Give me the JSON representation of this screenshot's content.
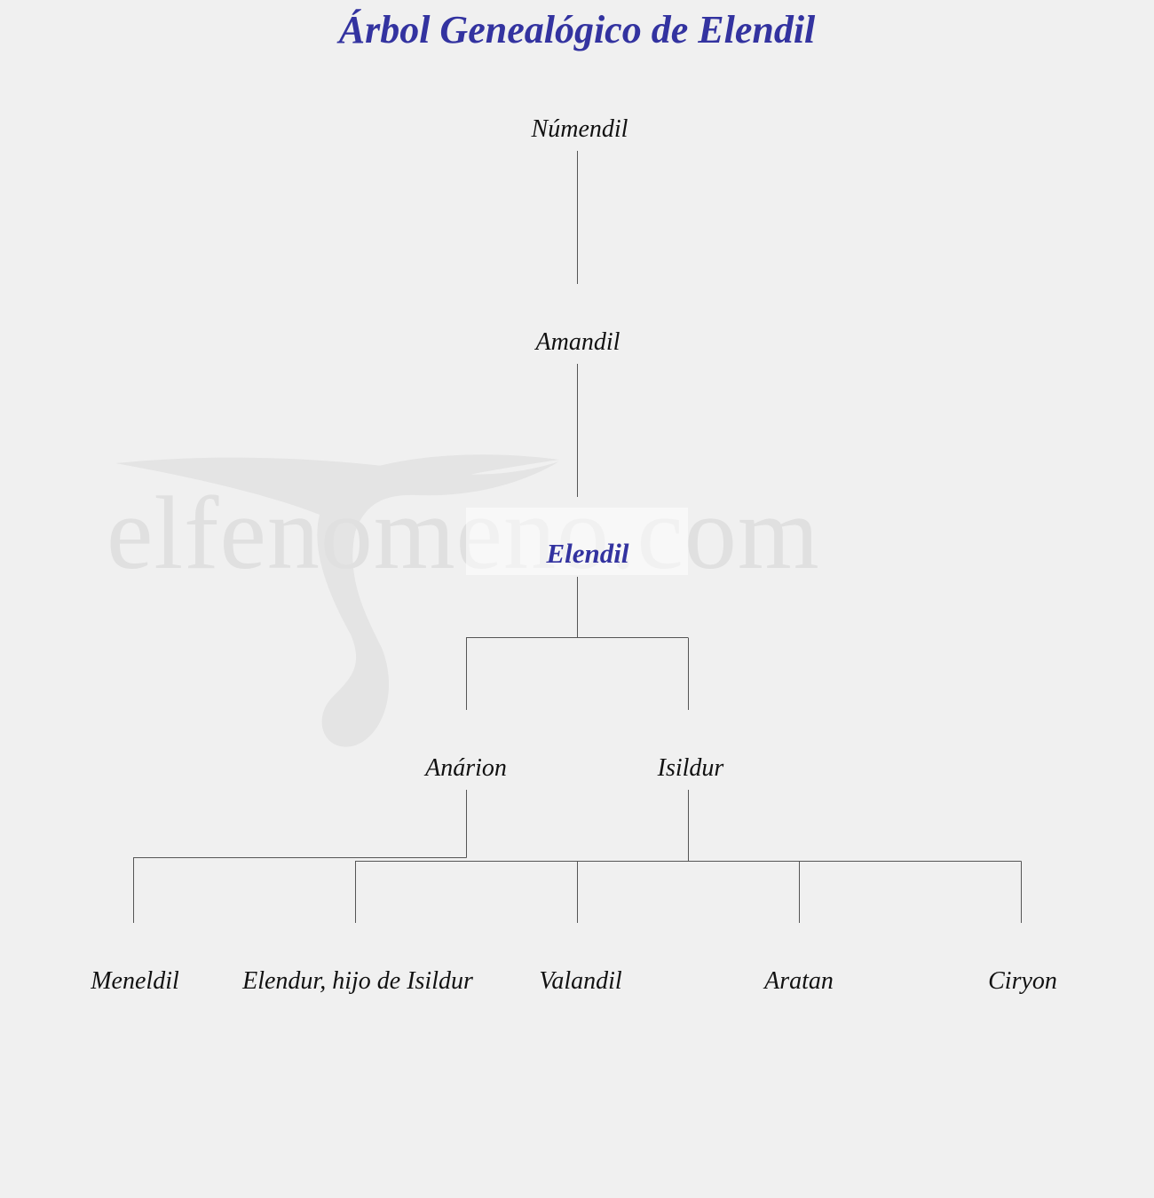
{
  "title": "Árbol Genealógico de Elendil",
  "watermark": "elfenomeno.com",
  "colors": {
    "background": "#f0f0f0",
    "title": "#3333a0",
    "focus_name": "#3333a0",
    "name": "#111111",
    "connector": "#555555",
    "watermark": "#e0e0e0"
  },
  "nodes": {
    "numendil": "Númendil",
    "amandil": "Amandil",
    "elendil": "Elendil",
    "anarion": "Anárion",
    "isildur": "Isildur",
    "meneldil": "Meneldil",
    "elendur": "Elendur, hijo de Isildur",
    "valandil": "Valandil",
    "aratan": "Aratan",
    "ciryon": "Ciryon"
  },
  "relations": [
    {
      "parent": "Númendil",
      "children": [
        "Amandil"
      ]
    },
    {
      "parent": "Amandil",
      "children": [
        "Elendil"
      ]
    },
    {
      "parent": "Elendil",
      "children": [
        "Anárion",
        "Isildur"
      ]
    },
    {
      "parent": "Anárion",
      "children": [
        "Meneldil"
      ]
    },
    {
      "parent": "Isildur",
      "children": [
        "Elendur, hijo de Isildur",
        "Valandil",
        "Aratan",
        "Ciryon"
      ]
    }
  ]
}
